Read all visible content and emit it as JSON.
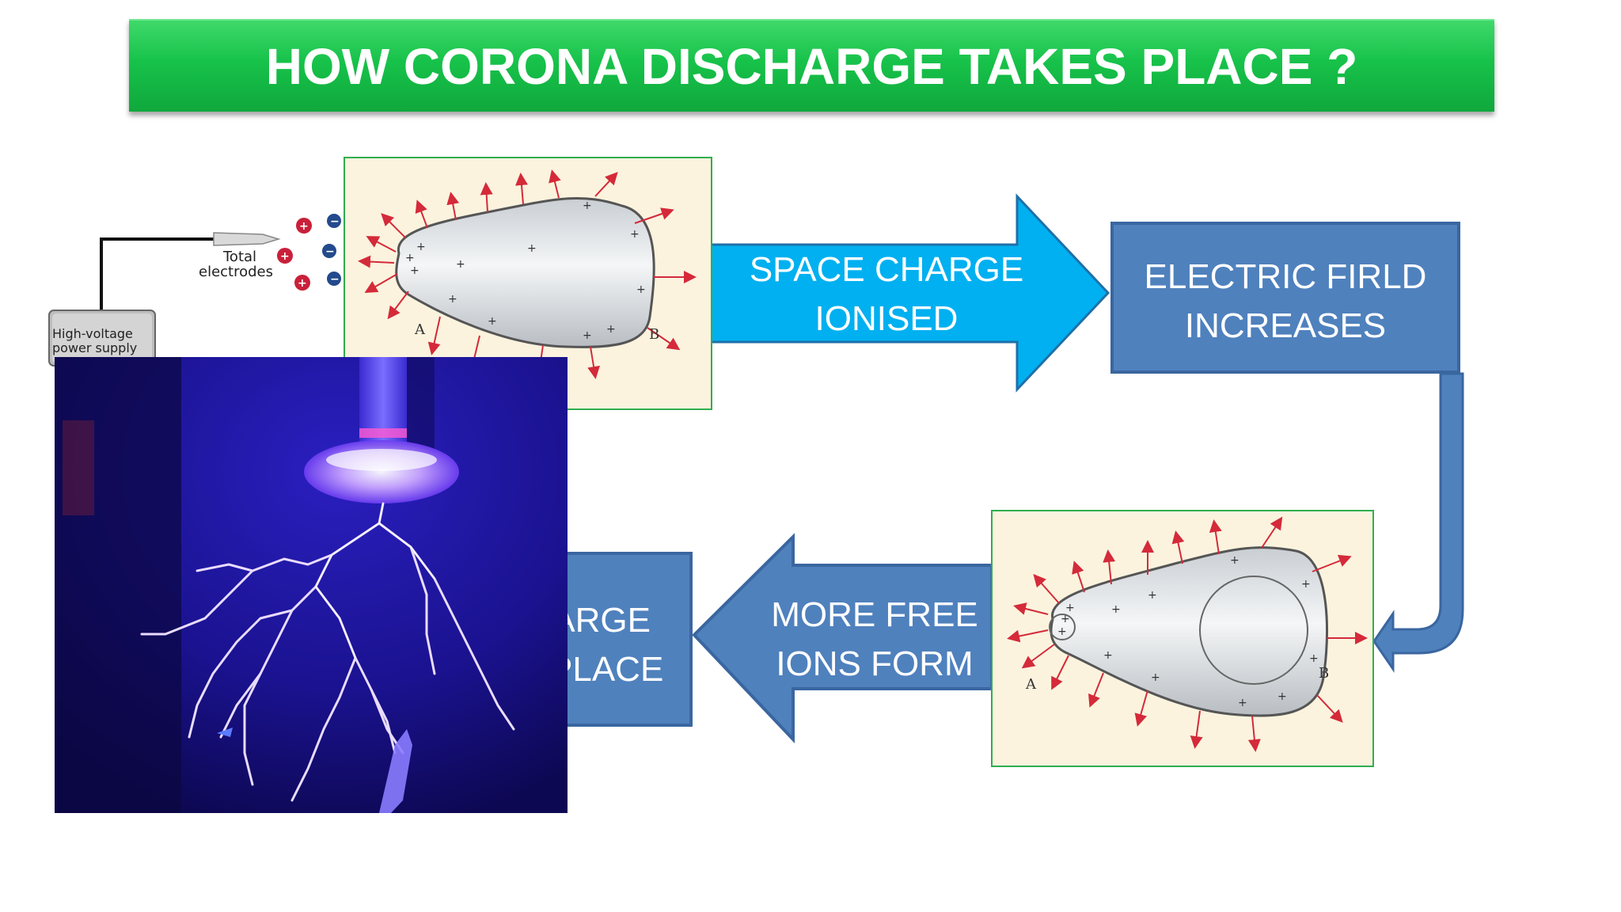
{
  "slide": {
    "title": "HOW CORONA DISCHARGE TAKES PLACE ?"
  },
  "flow": {
    "arrow1": [
      "SPACE CHARGE",
      "IONISED"
    ],
    "box1": [
      "ELECTRIC FIRLD",
      "INCREASES"
    ],
    "arrow2": [
      "MORE FREE",
      "IONS FORM"
    ],
    "box2_visible": [
      "ARGE",
      "PLACE"
    ]
  },
  "inset": {
    "label_total": "Total",
    "label_electrodes": "electrodes",
    "supply_line1": "High-voltage",
    "supply_line2": "power supply"
  },
  "conductor": {
    "label_a": "A",
    "label_b": "B"
  },
  "colors": {
    "banner_green": "#17c24a",
    "arrow_cyan": "#00b0f0",
    "box_blue": "#4f81bd",
    "panel_bg": "#fbf3de",
    "photo_bg": "#16108a"
  }
}
